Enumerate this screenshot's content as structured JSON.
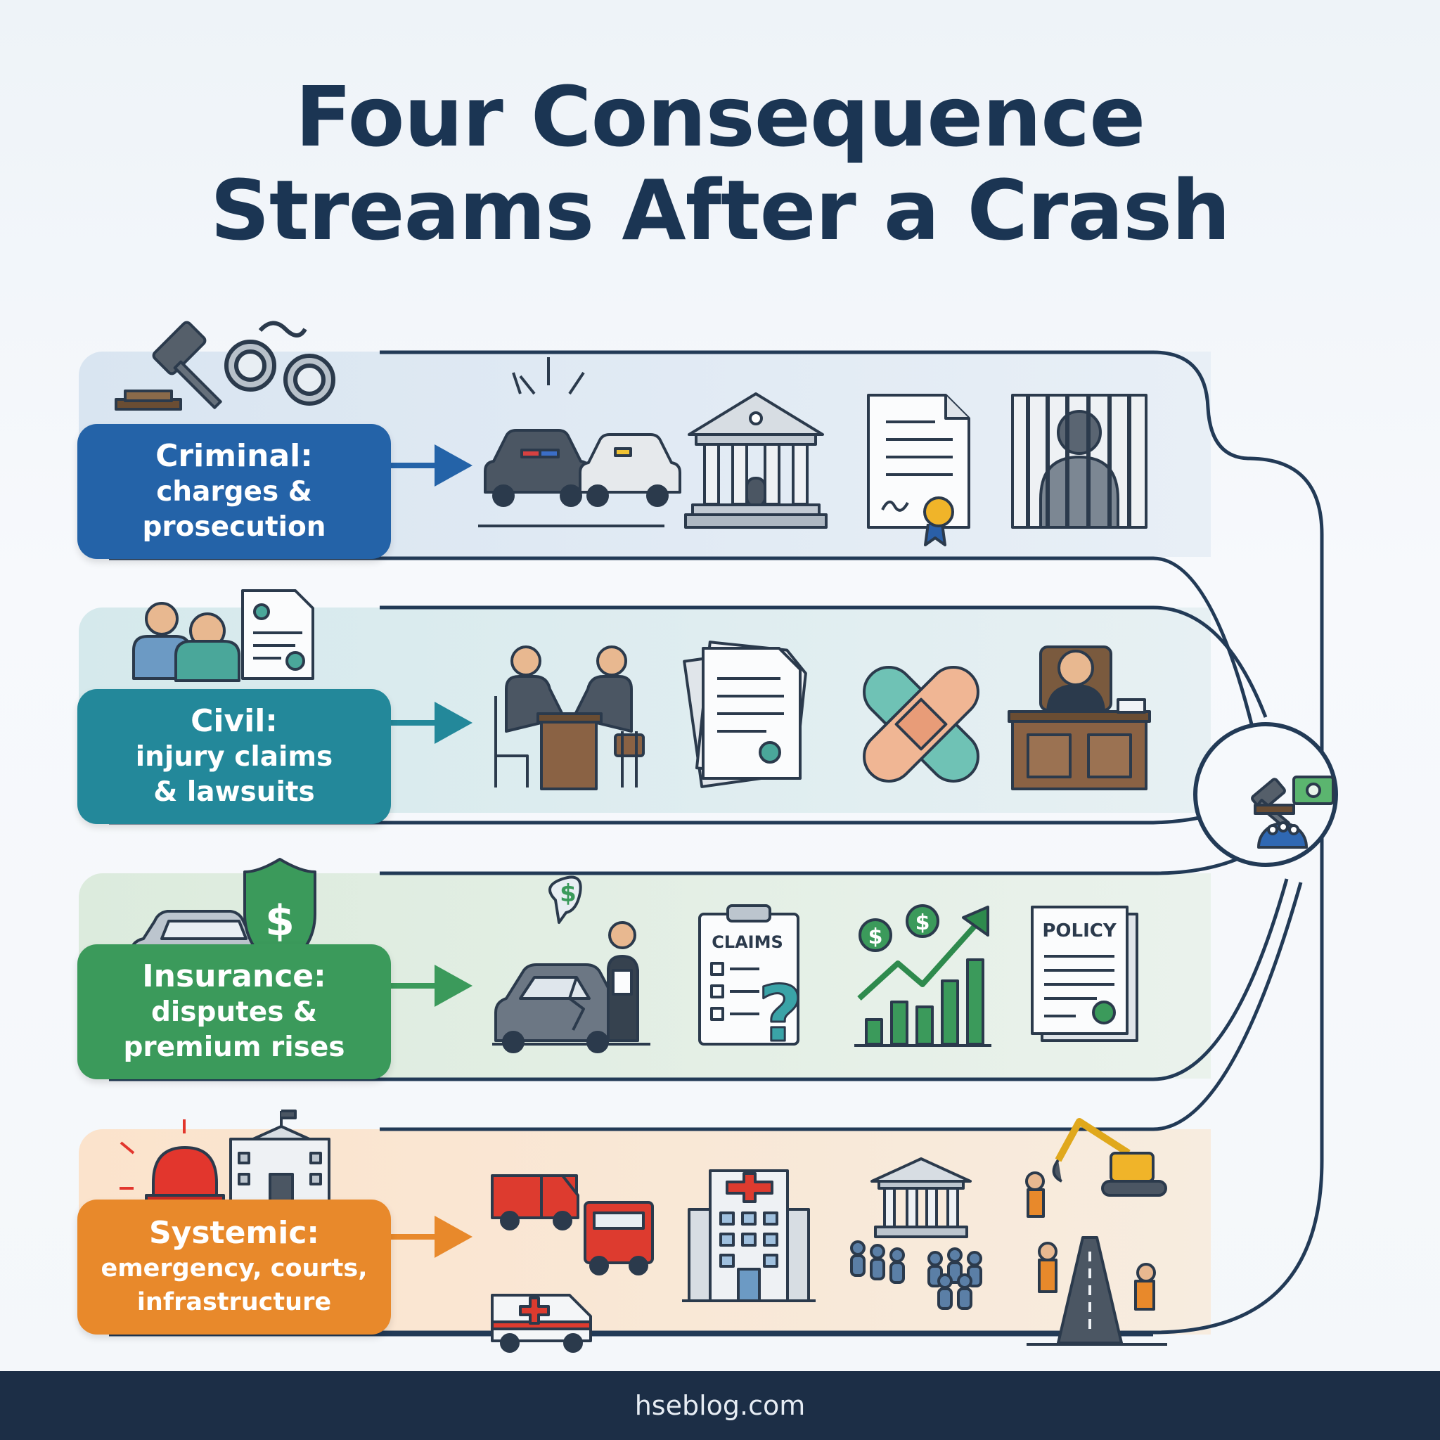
{
  "title": {
    "line1": "Four Consequence",
    "line2": "Streams After a Crash"
  },
  "streams": [
    {
      "id": "criminal",
      "heading": "Criminal:",
      "line1": "charges &",
      "line2": "prosecution",
      "color": "#2463a8",
      "icons": [
        "gavel-icon",
        "handcuffs-icon",
        "police-car-crash-icon",
        "courthouse-icon",
        "certificate-icon",
        "jail-cell-icon"
      ]
    },
    {
      "id": "civil",
      "heading": "Civil:",
      "line1": "injury claims",
      "line2": "& lawsuits",
      "color": "#23889a",
      "icons": [
        "people-icon",
        "claim-form-icon",
        "handshake-meeting-icon",
        "documents-icon",
        "bandage-icon",
        "judge-bench-icon"
      ]
    },
    {
      "id": "insurance",
      "heading": "Insurance:",
      "line1": "disputes &",
      "line2": "premium rises",
      "color": "#3b9a5b",
      "icons": [
        "car-icon",
        "shield-dollar-icon",
        "damaged-car-adjuster-icon",
        "claims-clipboard-icon",
        "rising-costs-chart-icon",
        "policy-document-icon"
      ]
    },
    {
      "id": "systemic",
      "heading": "Systemic:",
      "line1": "emergency, courts,",
      "line2": "infrastructure",
      "color": "#e8892b",
      "icons": [
        "siren-icon",
        "government-building-icon",
        "emergency-vehicles-icon",
        "hospital-icon",
        "court-crowd-icon",
        "road-repair-icon"
      ]
    }
  ],
  "labels": {
    "claims": "CLAIMS",
    "policy": "POLICY"
  },
  "footer": {
    "site": "hseblog.com"
  }
}
